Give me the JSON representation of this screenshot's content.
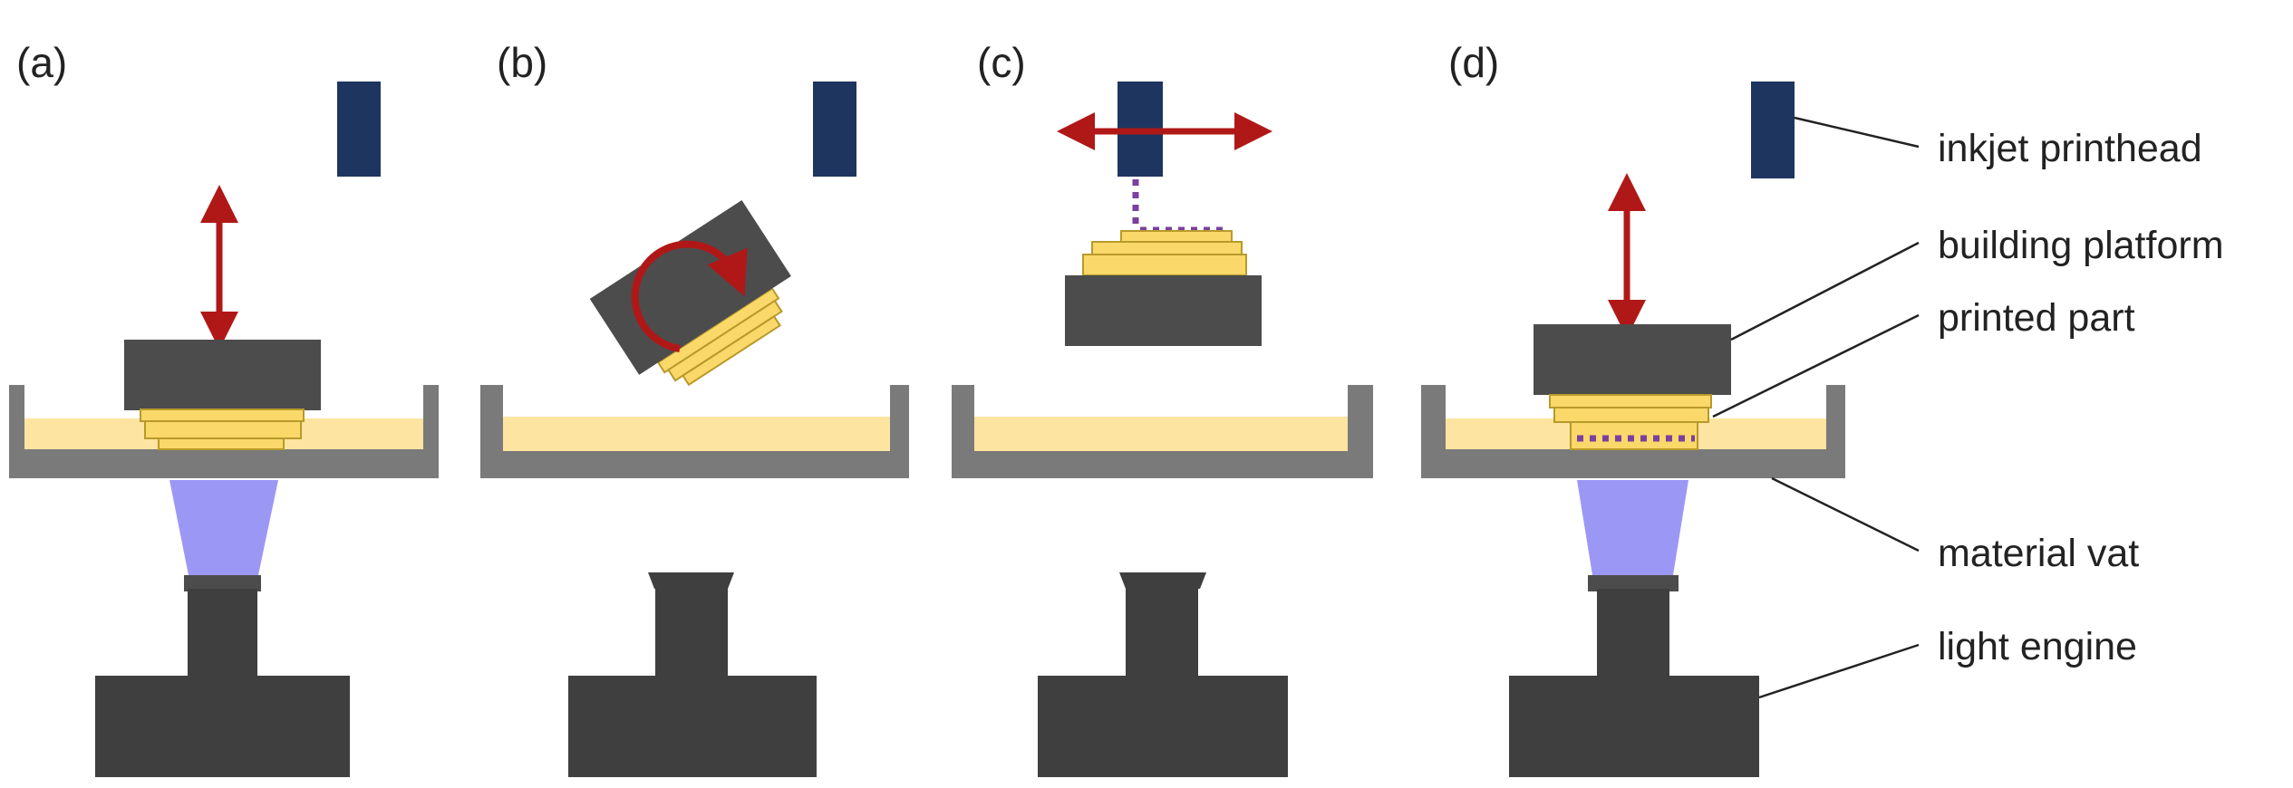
{
  "panels": [
    {
      "label": "(a)"
    },
    {
      "label": "(b)"
    },
    {
      "label": "(c)"
    },
    {
      "label": "(d)"
    }
  ],
  "callouts": {
    "inkjet_printhead": "inkjet printhead",
    "building_platform": "building platform",
    "printed_part": "printed part",
    "material_vat": "material vat",
    "light_engine": "light engine"
  },
  "colors": {
    "vat": "#7a7a7a",
    "resin": "#fde4a0",
    "part_fill": "#fbd86a",
    "part_stroke": "#b89a2a",
    "platform": "#4c4c4c",
    "light_engine": "#3f3f3f",
    "light_beam": "#9b98f5",
    "printhead": "#1e3560",
    "arrow": "#b01818",
    "ink_dots": "#7b3fa0",
    "leader": "#222222"
  }
}
